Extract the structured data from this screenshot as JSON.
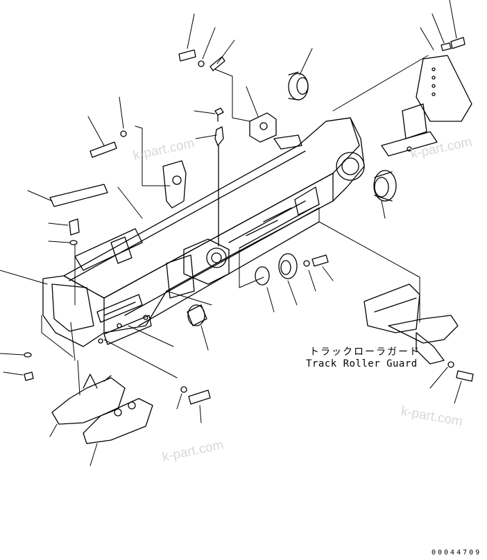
{
  "callout": {
    "japanese": "トラックローラガード",
    "english": "Track Roller Guard"
  },
  "watermarks": [
    "k-part.com",
    "k-part.com",
    "k-part.com",
    "k-part.com"
  ],
  "document_number": "00044709",
  "colors": {
    "line": "#000000",
    "watermark": "#d8d8d8",
    "background": "#ffffff"
  }
}
